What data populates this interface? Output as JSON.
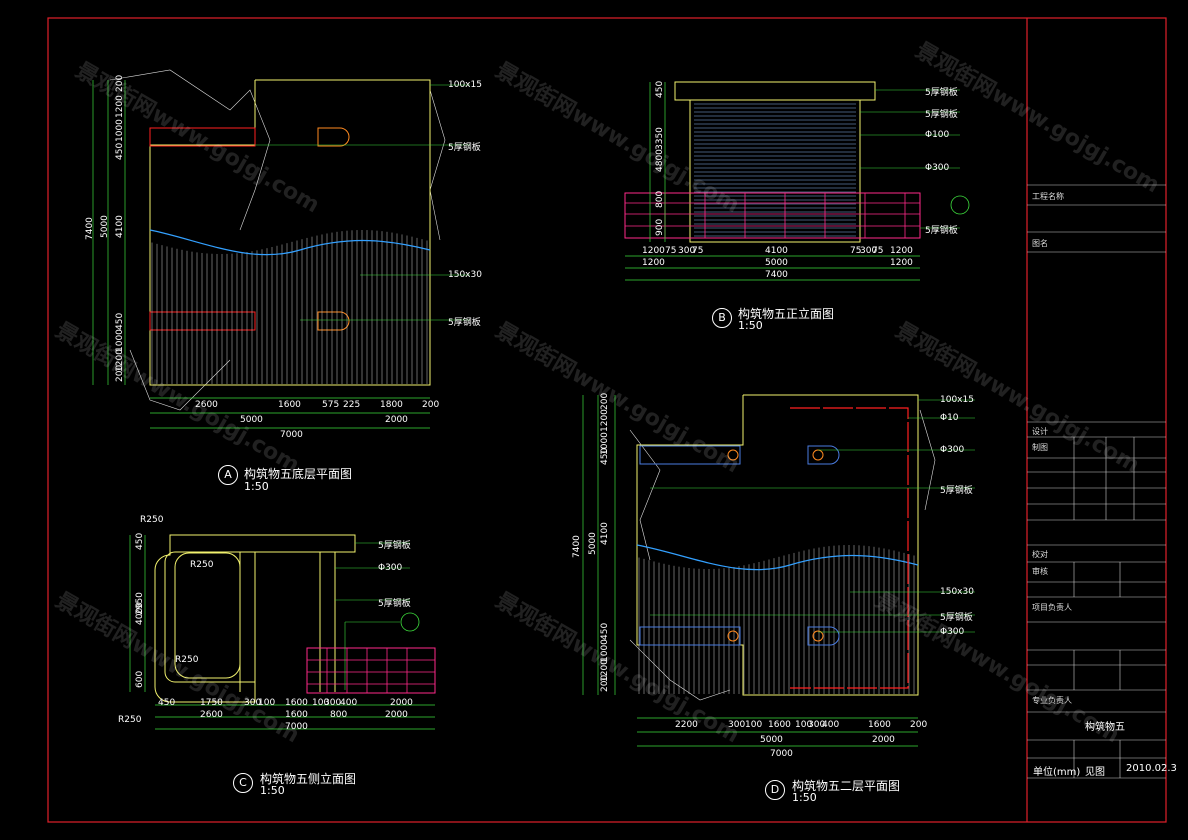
{
  "drawings": {
    "a": {
      "mark": "A",
      "title": "构筑物五底层平面图",
      "scale": "1:50"
    },
    "b": {
      "mark": "B",
      "title": "构筑物五正立面图",
      "scale": "1:50"
    },
    "c": {
      "mark": "C",
      "title": "构筑物五侧立面图",
      "scale": "1:50"
    },
    "d": {
      "mark": "D",
      "title": "构筑物五二层平面图",
      "scale": "1:50"
    }
  },
  "dims": {
    "a_bottom_row1": [
      "2600",
      "1600",
      "575",
      "225",
      "1800",
      "200"
    ],
    "a_bottom_row2": [
      "5000",
      "2000"
    ],
    "a_bottom_row3": [
      "7000"
    ],
    "a_left_col1": [
      "200",
      "1200",
      "1000",
      "450",
      "4100",
      "450",
      "1000",
      "1200",
      "200"
    ],
    "a_left_col2": [
      "5000"
    ],
    "a_left_col3": [
      "7400"
    ],
    "b_bottom_row1": [
      "1200",
      "75",
      "300",
      "75",
      "4100",
      "75",
      "300",
      "75",
      "1200"
    ],
    "b_bottom_row2": [
      "1200",
      "5000",
      "1200"
    ],
    "b_bottom_row3": [
      "7400"
    ],
    "b_left": [
      "450",
      "3350",
      "4800",
      "800",
      "900"
    ],
    "c_bottom_row1": [
      "450",
      "1750",
      "300",
      "100",
      "1600",
      "100",
      "300",
      "400",
      "2000"
    ],
    "c_bottom_row2": [
      "2600",
      "1600",
      "800",
      "2000"
    ],
    "c_bottom_row3": [
      "7000"
    ],
    "c_left": [
      "450",
      "2950",
      "4000",
      "600"
    ],
    "d_bottom_row1": [
      "2200",
      "300",
      "100",
      "1600",
      "100",
      "300",
      "400",
      "1600",
      "200"
    ],
    "d_bottom_row2": [
      "5000",
      "2000"
    ],
    "d_bottom_row3": [
      "7000"
    ],
    "d_left_col1": [
      "200",
      "1200",
      "1000",
      "450",
      "4100",
      "450",
      "1000",
      "1200",
      "200"
    ],
    "d_left_col2": [
      "5000"
    ],
    "d_left_col3": [
      "7400"
    ]
  },
  "callouts": {
    "a": [
      "100x15",
      "5厚钢板",
      "150x30",
      "5厚钢板"
    ],
    "b": [
      "5厚钢板",
      "5厚钢板",
      "Φ100",
      "Φ300",
      "5厚钢板"
    ],
    "c": [
      "5厚钢板",
      "Φ300",
      "5厚钢板"
    ],
    "d": [
      "100x15",
      "Φ10",
      "Φ300",
      "5厚钢板",
      "150x30",
      "5厚钢板",
      "Φ300"
    ]
  },
  "radii": [
    "R250",
    "R250",
    "R250",
    "R250"
  ],
  "title_block": {
    "rows": [
      "工程名称",
      "图名",
      "设计",
      "制图",
      "校对",
      "审核",
      "项目负责人",
      "专业负责人"
    ],
    "drawing_name": "构筑物五",
    "unit_label": "单位(mm)",
    "scale_value": "见图",
    "date_value": "2010.02.3"
  },
  "watermark": "景观街网www.gojgj.com",
  "colors": {
    "frame": "#e0202a",
    "yellow": "#f2f26e",
    "green": "#3ddc3d",
    "cyan": "#33e6e6",
    "magenta": "#ff2a8a",
    "white": "#ffffff",
    "blue": "#4a7ce0",
    "red": "#ff2020",
    "orange": "#ff8a20"
  }
}
